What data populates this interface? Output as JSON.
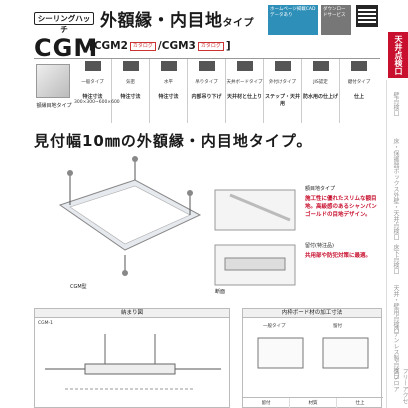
{
  "header": {
    "series_badge": "シーリングハッチ",
    "product_type": "外額縁・内目地",
    "product_type_suffix": "タイプ",
    "model": "CGM",
    "variant_1": "CGM2",
    "variant_1_tag": "カタログ",
    "variant_2": "CGM3",
    "variant_2_tag": "カタログ",
    "cad_label": "ホームページ掲載CADデータあり",
    "download_label": "ダウンロードサービス"
  },
  "side_tab": {
    "active": "天井点検口",
    "items": [
      "壁点検口",
      "床・保護器ボックス",
      "外壁・天井点検口",
      "床下点検口",
      "天井・壁用点検口",
      "ステンレス製点検口",
      "フリーアクセスフロア"
    ]
  },
  "specs": {
    "thumbnail_caption": "額縁目地タイプ",
    "items": [
      {
        "title": "一般タイプ",
        "label": "特注寸法",
        "sub": "300×300~600×600"
      },
      {
        "title": "気密",
        "label": "特注寸法"
      },
      {
        "title": "水平",
        "label": "特注寸法"
      },
      {
        "title": "吊りタイプ",
        "label": "内部吊り下げ"
      },
      {
        "title": "天井ボードタイプ",
        "label": "天井材と仕上り"
      },
      {
        "title": "外付けタイプ",
        "label": "ステップ・天井用"
      },
      {
        "title": "JIS認定",
        "label": "防水用の仕上げ"
      },
      {
        "title": "鍵付タイプ",
        "label": "仕上"
      }
    ]
  },
  "tagline": "見付幅10㎜の外額縁・内目地タイプ。",
  "illustration": {
    "main_caption": "CGM型",
    "detail_caption": "断面",
    "detail_1_title": "額目地タイプ",
    "detail_1_text": "施工性に優れたスリムな額目地。高級感のあるシャンパンゴールドの目地デザイン。",
    "detail_2_title": "留付(特注品)",
    "detail_2_text": "共用部や防犯対策に最適。"
  },
  "bottom": {
    "left_title": "納まり図",
    "left_label": "CGM-1",
    "right_title": "内枠ボード材の加工寸法",
    "right_sub_1": "一般タイプ",
    "right_sub_2": "留付",
    "table_headers": [
      "留付",
      "材質",
      "仕上"
    ]
  }
}
